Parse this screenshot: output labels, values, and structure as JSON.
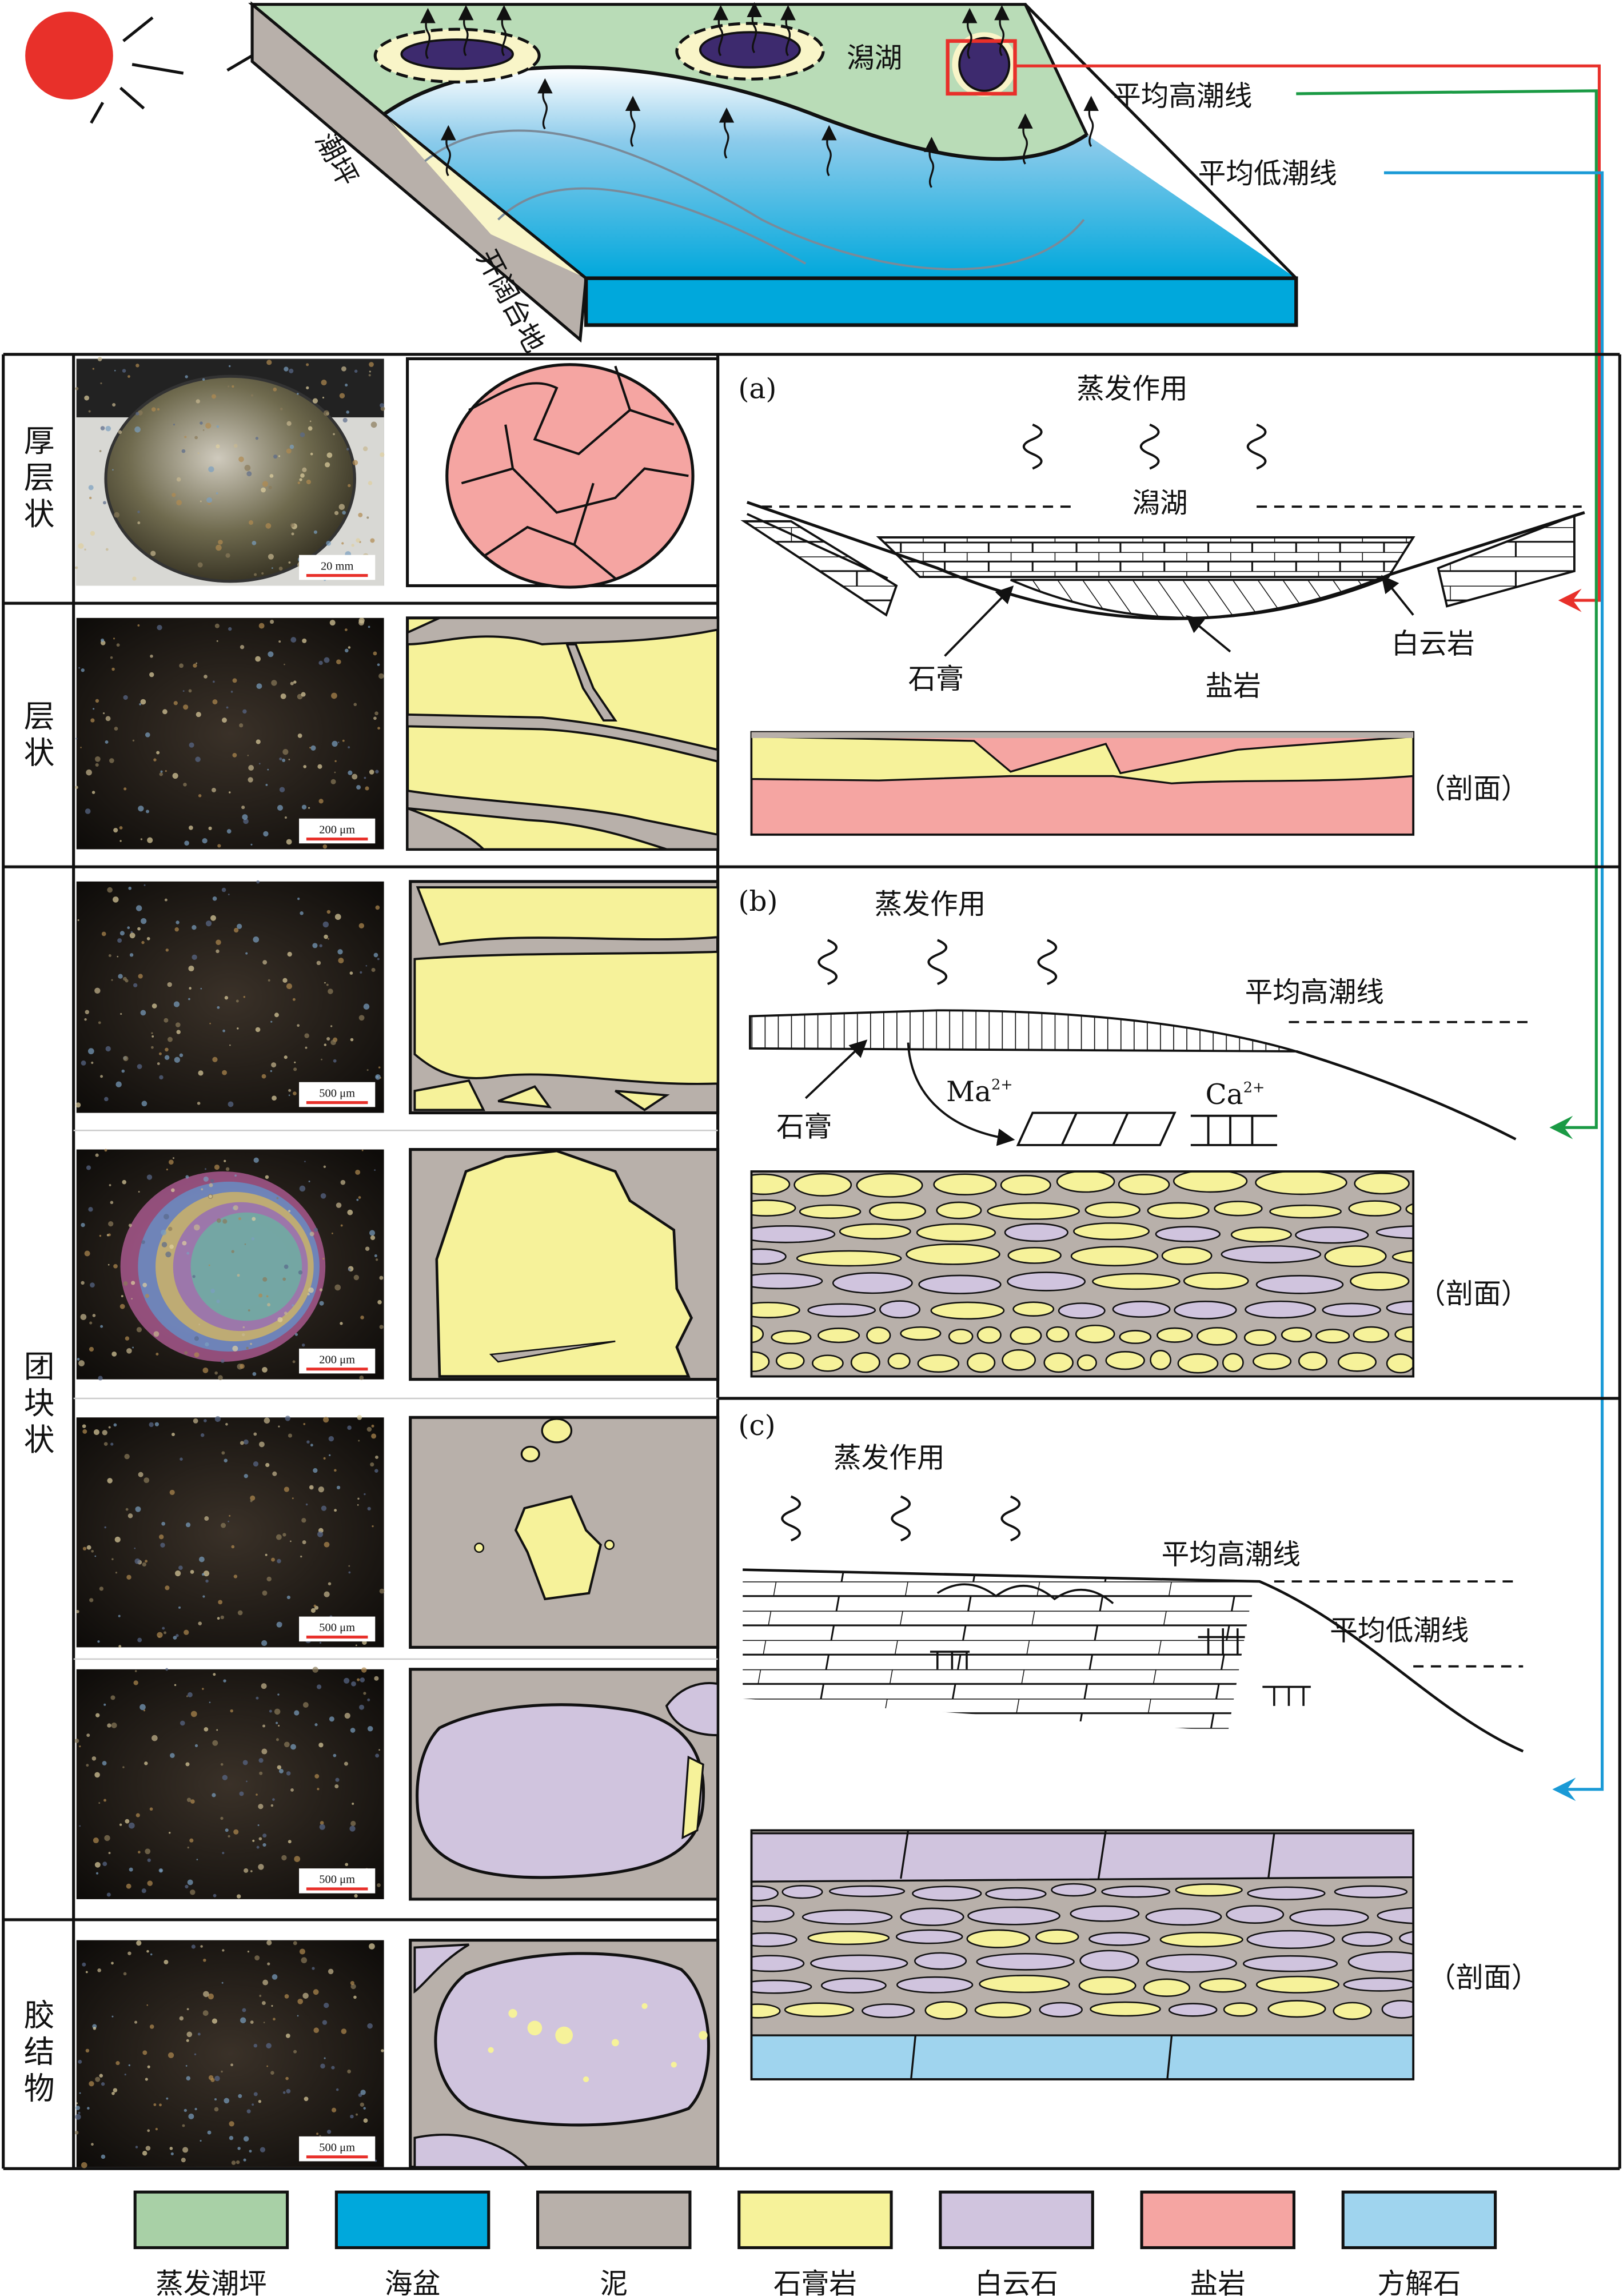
{
  "top_diagram": {
    "lagoon": "潟湖",
    "tidal_flat": "潮坪",
    "open_platform": "开阔台地",
    "mean_high_tide": "平均高潮线",
    "mean_low_tide": "平均低潮线"
  },
  "rows": [
    {
      "label": "厚层状",
      "scales": [
        "20 mm"
      ]
    },
    {
      "label": "层状",
      "scales": [
        "200 μm"
      ]
    },
    {
      "label": "团块状",
      "scales": [
        "500 μm",
        "200 μm",
        "500 μm",
        "500 μm"
      ]
    },
    {
      "label": "胶结物",
      "scales": [
        "500 μm"
      ]
    }
  ],
  "panels": {
    "a": {
      "tag": "(a)",
      "evaporation": "蒸发作用",
      "lagoon": "潟湖",
      "gypsum": "石膏",
      "halite": "盐岩",
      "dolomite": "白云岩",
      "section": "（剖面）"
    },
    "b": {
      "tag": "(b)",
      "evaporation": "蒸发作用",
      "high_tide": "平均高潮线",
      "gypsum": "石膏",
      "mg": "Ma",
      "mg_charge": "2+",
      "ca": "Ca",
      "ca_charge": "2+",
      "section": "（剖面）"
    },
    "c": {
      "tag": "(c)",
      "evaporation": "蒸发作用",
      "high_tide": "平均高潮线",
      "low_tide": "平均低潮线",
      "section": "（剖面）"
    }
  },
  "legend": [
    {
      "label": "蒸发潮坪",
      "color": "#a8d0a6"
    },
    {
      "label": "海盆",
      "color": "#00a8dc"
    },
    {
      "label": "泥",
      "color": "#b8b0aa"
    },
    {
      "label": "石膏岩",
      "color": "#f6f29a"
    },
    {
      "label": "白云石",
      "color": "#d0c4de"
    },
    {
      "label": "盐岩",
      "color": "#f5a5a2"
    },
    {
      "label": "方解石",
      "color": "#9fd4ee"
    }
  ],
  "colors": {
    "sun": "#e8302a",
    "lagoon_fill": "#3d2a6e",
    "arrow_red": "#e8302a",
    "arrow_green": "#1a9a44",
    "arrow_blue": "#1a9ad6"
  }
}
